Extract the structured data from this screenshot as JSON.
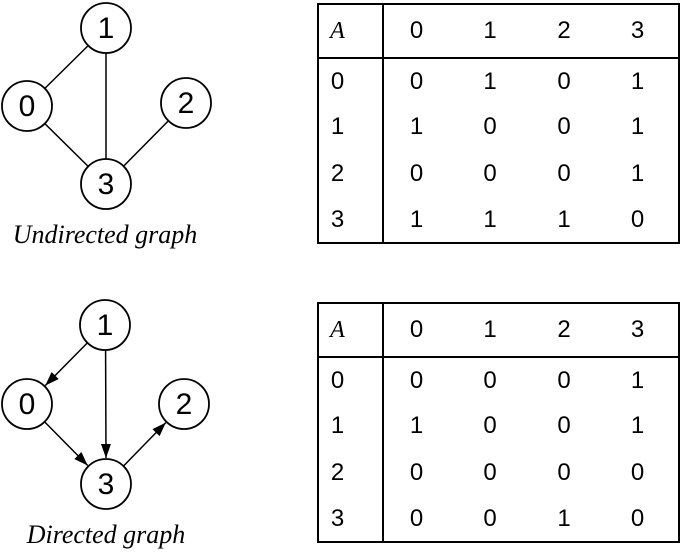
{
  "figures": {
    "undirected": {
      "caption": "Undirected graph",
      "node_labels": {
        "n0": "0",
        "n1": "1",
        "n2": "2",
        "n3": "3"
      },
      "edges": [
        "0-1",
        "1-3",
        "0-3",
        "2-3"
      ]
    },
    "directed": {
      "caption": "Directed graph",
      "node_labels": {
        "n0": "0",
        "n1": "1",
        "n2": "2",
        "n3": "3"
      },
      "edges": [
        "1->0",
        "1->3",
        "0->3",
        "3->2"
      ]
    }
  },
  "matrices": {
    "undirected": {
      "corner": "A",
      "col_headers": [
        "0",
        "1",
        "2",
        "3"
      ],
      "rows": [
        {
          "label": "0",
          "cells": [
            "0",
            "1",
            "0",
            "1"
          ]
        },
        {
          "label": "1",
          "cells": [
            "1",
            "0",
            "0",
            "1"
          ]
        },
        {
          "label": "2",
          "cells": [
            "0",
            "0",
            "0",
            "1"
          ]
        },
        {
          "label": "3",
          "cells": [
            "1",
            "1",
            "1",
            "0"
          ]
        }
      ]
    },
    "directed": {
      "corner": "A",
      "col_headers": [
        "0",
        "1",
        "2",
        "3"
      ],
      "rows": [
        {
          "label": "0",
          "cells": [
            "0",
            "0",
            "0",
            "1"
          ]
        },
        {
          "label": "1",
          "cells": [
            "1",
            "0",
            "0",
            "1"
          ]
        },
        {
          "label": "2",
          "cells": [
            "0",
            "0",
            "0",
            "0"
          ]
        },
        {
          "label": "3",
          "cells": [
            "0",
            "0",
            "1",
            "0"
          ]
        }
      ]
    }
  },
  "colors": {
    "ink": "#000000",
    "background": "#ffffff"
  }
}
